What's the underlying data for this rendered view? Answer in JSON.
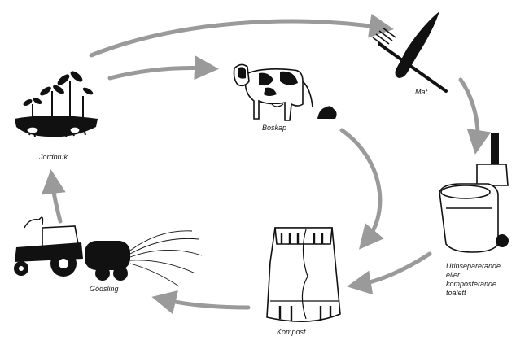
{
  "nodes": {
    "jordbruk": {
      "label": "Jordbruk",
      "icon": "seedling-plants-icon"
    },
    "boskap": {
      "label": "Boskap",
      "icon": "cow-icon"
    },
    "mat": {
      "label": "Mat",
      "icon": "knife-fork-icon"
    },
    "toalett": {
      "lines": [
        "Urinseparerande",
        "eller komposterande",
        "toalett"
      ],
      "icon": "composting-toilet-icon"
    },
    "kompost": {
      "label": "Kompost",
      "icon": "compost-bin-icon"
    },
    "godsling": {
      "label": "Gödsling",
      "icon": "tractor-spreader-icon"
    }
  },
  "colors": {
    "arrow": "#9a9a9a",
    "ink": "#111111"
  }
}
